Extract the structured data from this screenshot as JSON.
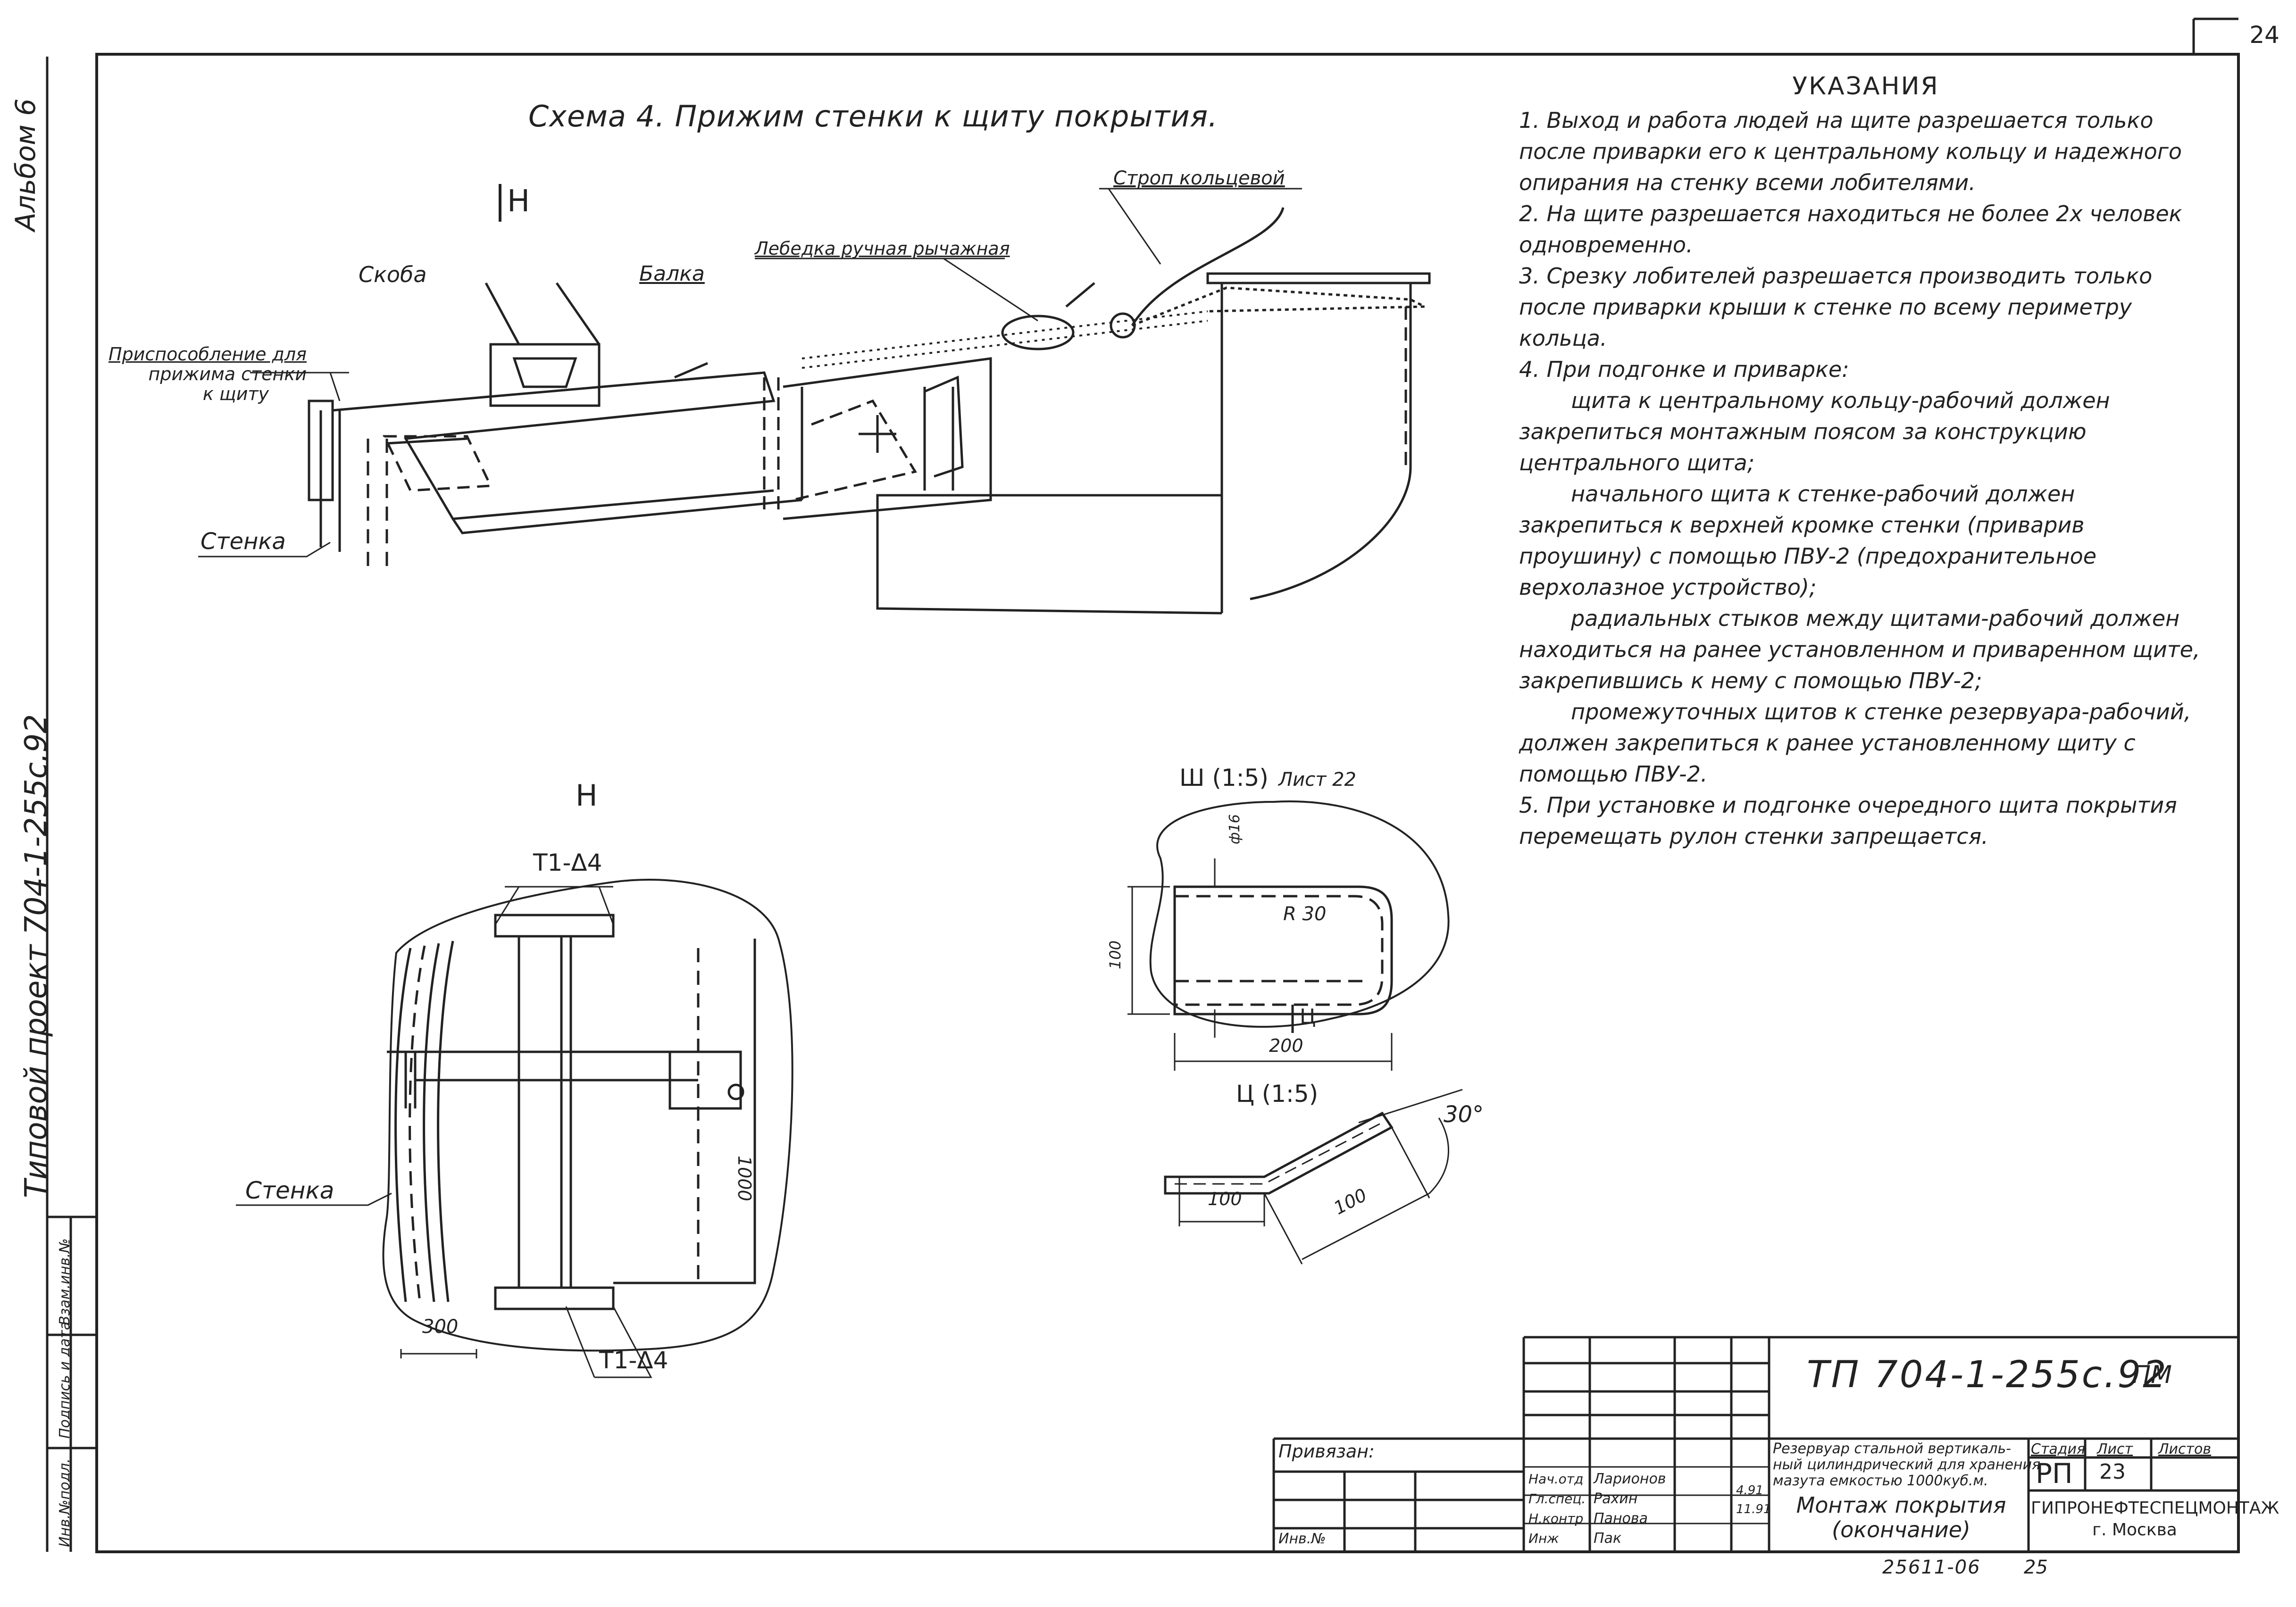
{
  "sheet": {
    "number_top": "24"
  },
  "left_margin": {
    "album": "Альбом 6",
    "project": "Типовой проект 704-1-255с.92",
    "stamp_cells": [
      "Инв.№подл.",
      "Подпись и дата",
      "Взам.инв.№"
    ]
  },
  "scheme": {
    "title": "Схема 4. Прижим стенки к щиту покрытия.",
    "view_marker": "Н",
    "labels": {
      "sling": "Строп кольцевой",
      "winch": "Лебедка ручная рычажная",
      "bracket": "Скоба",
      "beam": "Балка",
      "device": [
        "Приспособление для",
        "прижима стенки",
        "к щиту"
      ],
      "wall": "Стенка"
    }
  },
  "view_n": {
    "title": "Н",
    "weld_top": "Т1-Δ4",
    "weld_bottom": "Т1-Δ4",
    "wall": "Стенка",
    "dim_1000": "1000",
    "dim_300": "300"
  },
  "detail_sh": {
    "title": "Ш (1:5)",
    "sheet_ref": "Лист 22",
    "dia": "ф16",
    "radius": "R 30",
    "dim_100": "100",
    "dim_200": "200",
    "section_marker": "Ц"
  },
  "detail_ts": {
    "title": "Ц (1:5)",
    "angle": "30°",
    "dim_a": "100",
    "dim_b": "100"
  },
  "notes": {
    "heading": "УКАЗАНИЯ",
    "items": [
      "1. Выход и работа людей на щите разрешается только после приварки его к центральному кольцу и надежного опирания на стенку всеми лобителями.",
      "2. На щите разрешается находиться не более 2х человек одновременно.",
      "3. Срезку лобителей разрешается производить только после приварки крыши к стенке по всему периметру кольца.",
      "4. При подгонке и приварке:"
    ],
    "sub_items": [
      "щита к центральному кольцу-рабочий должен закрепиться монтажным поясом за конструкцию центрального щита;",
      "начального щита к стенке-рабочий должен закрепиться к верхней кромке стенки (приварив проушину) с помощью ПВУ-2 (предохранительное верхолазное устройство);",
      "радиальных стыков между щитами-рабочий должен находиться на ранее установленном и приваренном щите, закрепившись к нему с помощью ПВУ-2;",
      "промежуточных щитов к стенке резервуара-рабочий, должен закрепиться к ранее установленному щиту с помощью ПВУ-2."
    ],
    "last_item": "5. При установке и подгонке очередного щита покрытия перемещать рулон стенки запрещается."
  },
  "title_block": {
    "doc_code": "ТП 704-1-255с.92",
    "doc_suffix": "ПМ",
    "bound_label": "Привязан:",
    "inv_label": "Инв.№",
    "object_name": [
      "Резервуар стальной вертикаль-",
      "ный цилиндрический для хранения",
      "мазута емкостью 1000куб.м."
    ],
    "sheet_title": [
      "Монтаж покрытия",
      "(окончание)"
    ],
    "stage_header": "Стадия",
    "sheet_header": "Лист",
    "sheets_header": "Листов",
    "stage": "РП",
    "sheet": "23",
    "organization": [
      "ГИПРОНЕФТЕСПЕЦМОНТАЖ",
      "г. Москва"
    ],
    "roles": [
      "Нач.отд",
      "Гл.спец.",
      "Н.контр",
      "Инж"
    ],
    "names": [
      "Ларионов",
      "Рахин",
      "Панова",
      "Пак"
    ],
    "dates": [
      "4.91",
      "11.91"
    ],
    "footer_code": "25611-06",
    "footer_page": "25"
  }
}
